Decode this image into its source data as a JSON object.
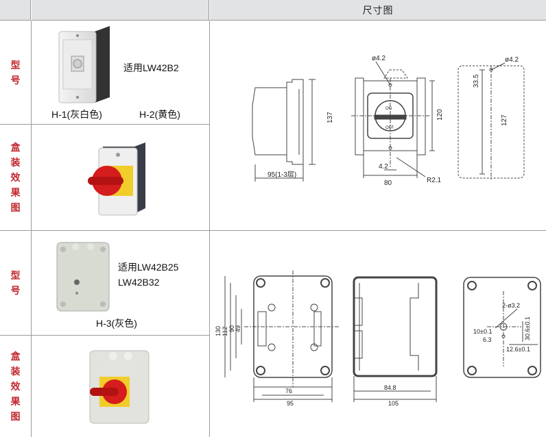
{
  "header": {
    "title": "尺寸图"
  },
  "rows": {
    "model_label_1": [
      "型",
      "号"
    ],
    "effect_label_1": [
      "盒",
      "装",
      "效",
      "果",
      "图"
    ],
    "model_label_2": [
      "型",
      "号"
    ],
    "effect_label_2": [
      "盒",
      "装",
      "效",
      "果",
      "图"
    ]
  },
  "product1": {
    "applies": "适用LW42B2",
    "model_a": "H-1(灰白色)",
    "model_b": "H-2(黄色)"
  },
  "product2": {
    "applies_1": "适用LW42B25",
    "applies_2": "LW42B32",
    "model": "H-3(灰色)"
  },
  "drawing1": {
    "side_height": "137",
    "side_width": "95(1-3层)",
    "hole_dia": "ø4.2",
    "front_height": "120",
    "front_width": "80",
    "front_hole": "4.2",
    "radius": "R2.1",
    "back_hole_dia": "ø4.2",
    "back_top": "33.5",
    "back_height": "127",
    "switch_on": "ON",
    "switch_off": "OFF"
  },
  "drawing2": {
    "dims_left": [
      "130",
      "112",
      "90",
      "49"
    ],
    "inner_width": "76",
    "outer_width": "95",
    "side_inner": "84.8",
    "side_outer": "105",
    "holes": "2-ø3.2",
    "d10": "10±0.1",
    "d6_3": "6.3",
    "d30_6": "30.6±0.1",
    "d12_6": "12.6±0.1"
  },
  "colors": {
    "accent": "#c0282f",
    "header_bg": "#e2e3e5",
    "line": "#9a9a9a"
  }
}
